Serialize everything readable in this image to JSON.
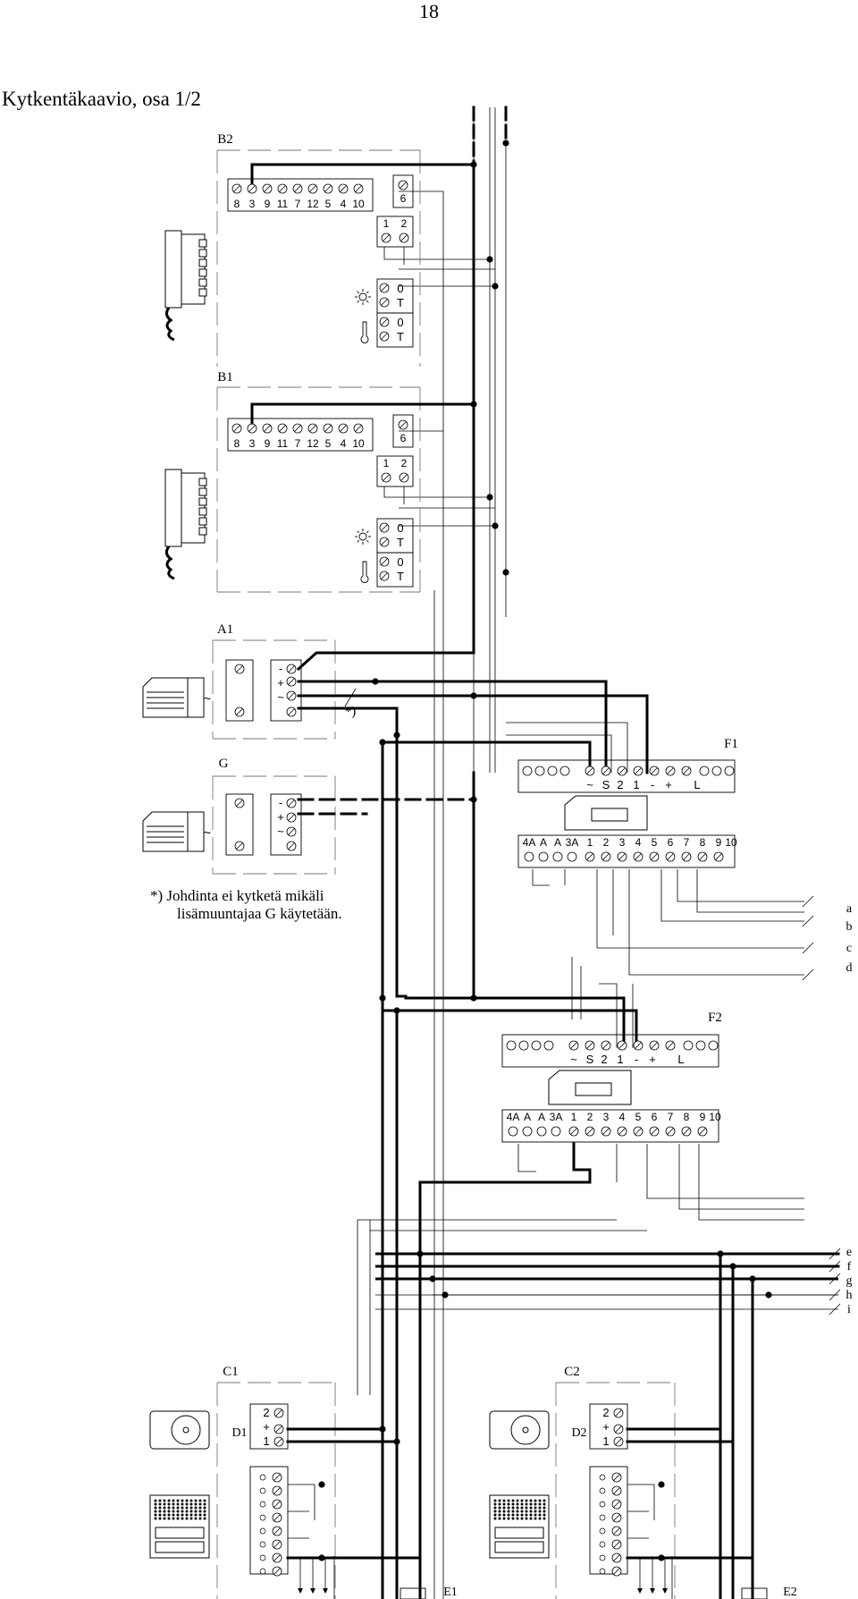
{
  "page_number": "18",
  "title": "Kytkentäkaavio, osa 1/2",
  "note": {
    "line1": "*) Johdinta ei kytketä mikäli",
    "line2": "lisämuuntajaa G käytetään."
  },
  "units": {
    "B2": {
      "label": "B2",
      "terminals_top": [
        "8",
        "3",
        "9",
        "11",
        "7",
        "12",
        "5",
        "4",
        "10"
      ],
      "terminal_6": "6",
      "terminals_12": [
        "1",
        "2"
      ],
      "light_terminals": [
        "0",
        "T"
      ],
      "key_terminals": [
        "0",
        "T"
      ]
    },
    "B1": {
      "label": "B1",
      "terminals_top": [
        "8",
        "3",
        "9",
        "11",
        "7",
        "12",
        "5",
        "4",
        "10"
      ],
      "terminal_6": "6",
      "terminals_12": [
        "1",
        "2"
      ],
      "light_terminals": [
        "0",
        "T"
      ],
      "key_terminals": [
        "0",
        "T"
      ]
    },
    "A1": {
      "label": "A1",
      "input": "~",
      "outputs": [
        "-",
        "+",
        "~"
      ],
      "asterisk": "*)"
    },
    "G": {
      "label": "G",
      "input": "~",
      "outputs": [
        "-",
        "+",
        "~"
      ]
    },
    "F1": {
      "label": "F1",
      "top_terminals": [
        "~",
        "S",
        "2",
        "1",
        "-",
        "+",
        "L"
      ],
      "bottom_terminals": [
        "4A",
        "A",
        "A",
        "3A",
        "1",
        "2",
        "3",
        "4",
        "5",
        "6",
        "7",
        "8",
        "9",
        "10"
      ]
    },
    "F2": {
      "label": "F2",
      "top_terminals": [
        "~",
        "S",
        "2",
        "1",
        "-",
        "+",
        "L"
      ],
      "bottom_terminals": [
        "4A",
        "A",
        "A",
        "3A",
        "1",
        "2",
        "3",
        "4",
        "5",
        "6",
        "7",
        "8",
        "9",
        "10"
      ]
    },
    "C1": {
      "label": "C1",
      "d_label": "D1",
      "terminals": [
        "2",
        "+",
        "1"
      ]
    },
    "C2": {
      "label": "C2",
      "d_label": "D2",
      "terminals": [
        "2",
        "+",
        "1"
      ]
    },
    "E1": {
      "label": "E1"
    },
    "E2": {
      "label": "E2"
    }
  },
  "bus_labels_1": [
    "a",
    "b",
    "c",
    "d"
  ],
  "bus_labels_2": [
    "e",
    "f",
    "g",
    "h",
    "i"
  ]
}
